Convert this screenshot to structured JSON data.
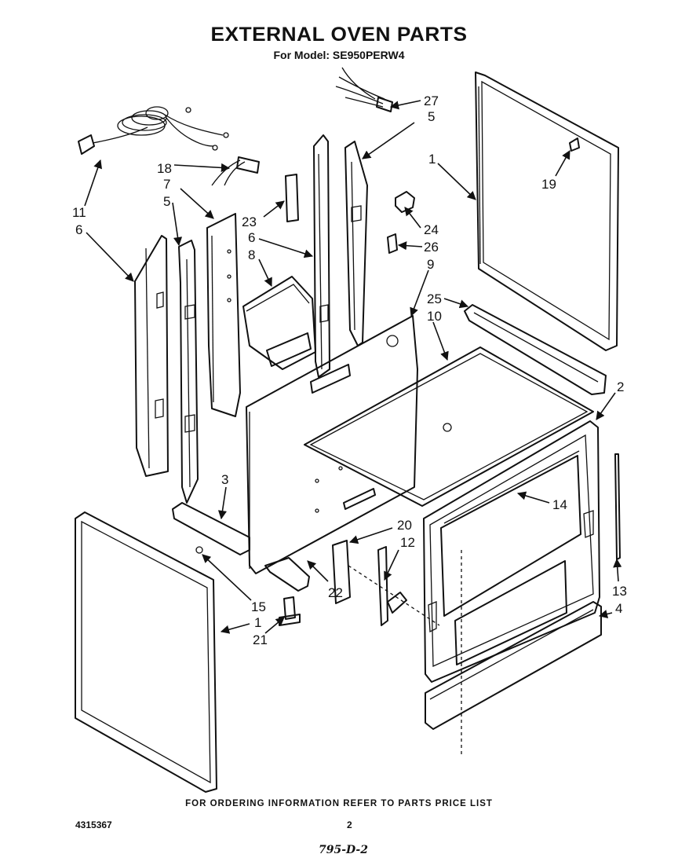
{
  "header": {
    "title": "EXTERNAL OVEN PARTS",
    "subtitle": "For Model: SE950PERW4"
  },
  "footer": {
    "ordering_note": "FOR ORDERING INFORMATION REFER TO PARTS PRICE LIST",
    "part_number": "4315367",
    "page_number": "2",
    "handwritten_note": "795-D-2"
  },
  "callouts": {
    "c27": "27",
    "c5a": "5",
    "c1a": "1",
    "c19": "19",
    "c18": "18",
    "c7": "7",
    "c5b": "5",
    "c11": "11",
    "c6a": "6",
    "c23": "23",
    "c6b": "6",
    "c8": "8",
    "c24": "24",
    "c26": "26",
    "c9": "9",
    "c25": "25",
    "c10": "10",
    "c2": "2",
    "c3": "3",
    "c14": "14",
    "c20": "20",
    "c12": "12",
    "c13": "13",
    "c15": "15",
    "c22": "22",
    "c4": "4",
    "c1b": "1",
    "c21": "21"
  }
}
